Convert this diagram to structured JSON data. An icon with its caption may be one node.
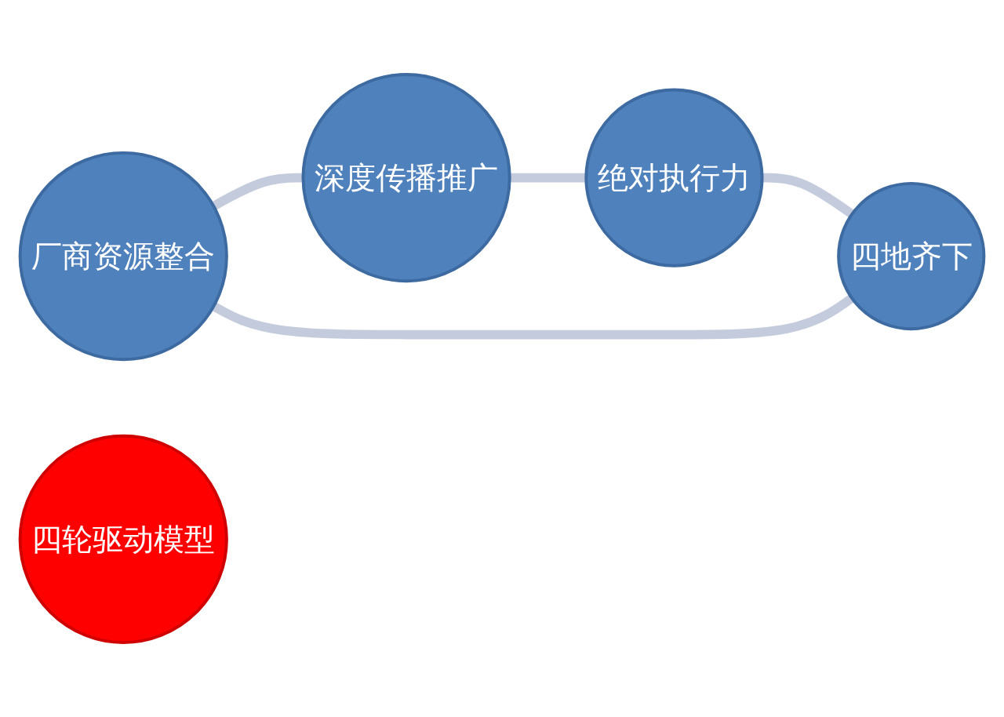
{
  "diagram": {
    "nodes": [
      {
        "text": [
          "厂商资源整合"
        ]
      },
      {
        "text": [
          "四地齐下"
        ]
      },
      {
        "text": [
          "四轮驱动模型"
        ]
      },
      {
        "text": [
          "深度传播推广"
        ]
      },
      {
        "text": [
          "绝对执行力"
        ]
      }
    ],
    "edges": [
      {
        "from": 0,
        "to": 3,
        "arrow": "none"
      },
      {
        "from": 3,
        "to": 4,
        "arrow": "none"
      },
      {
        "from": 4,
        "to": 1,
        "arrow": "none"
      },
      {
        "from": 1,
        "to": 0,
        "arrow": "none"
      }
    ]
  }
}
